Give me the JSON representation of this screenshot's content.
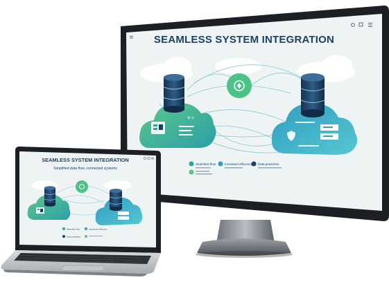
{
  "monitor": {
    "screen_title": "SEAMLESS SYSTEM INTEGRATION",
    "window_icons": [
      "search-icon",
      "expand-icon",
      "menu-icon"
    ],
    "legend": [
      {
        "label": "Seamless flow"
      },
      {
        "label": "Increased efficiency"
      },
      {
        "label": "Data protection"
      }
    ]
  },
  "laptop": {
    "screen_title": "SEAMLESS SYSTEM INTEGRATION",
    "screen_subtitle": "Simplified data flow, connected systems",
    "legend": [
      {
        "label": "Seamless flow"
      },
      {
        "label": "Increased efficiency"
      },
      {
        "label": "Data protection"
      }
    ]
  },
  "colors": {
    "navy": "#1d3f66",
    "teal": "#2aa6a0",
    "green": "#58c28a",
    "sky": "#4fb0d8",
    "bezel": "#1c1f23",
    "screen_bg": "#eef4f4"
  }
}
